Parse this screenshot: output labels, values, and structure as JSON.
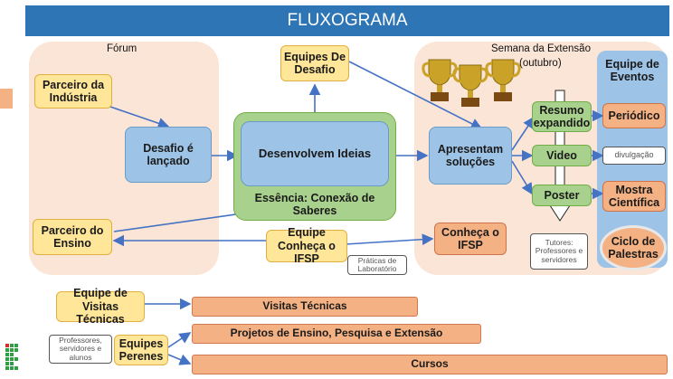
{
  "title": "FLUXOGRAMA",
  "forum": {
    "label": "Fórum",
    "parceiro_industria": "Parceiro da Indústria",
    "desafio": "Desafio é lançado",
    "parceiro_ensino": "Parceiro do Ensino"
  },
  "center": {
    "equipes_desafio": "Equipes De Desafio",
    "desenvolvem": "Desenvolvem Ideias",
    "essencia": "Essência: Conexão de Saberes",
    "equipe_conheca": "Equipe Conheça o IFSP",
    "praticas": "Práticas de Laboratório"
  },
  "semana": {
    "label": "Semana da Extensão",
    "sublabel": "(outubro)",
    "apresentam": "Apresentam soluções",
    "resumo": "Resumo expandido",
    "video": "Video",
    "poster": "Poster",
    "conheca": "Conheça o IFSP",
    "tutores": "Tutores: Professores e servidores"
  },
  "eventos": {
    "equipe": "Equipe de Eventos",
    "periodico": "Periódico",
    "divulgacao": "divulgação",
    "mostra": "Mostra Científica",
    "ciclo": "Ciclo de Palestras"
  },
  "bottom": {
    "visitas_equipe": "Equipe de Visitas Técnicas",
    "visitas": "Visitas Técnicas",
    "perenes_note": "Professores, servidores e alunos",
    "perenes": "Equipes Perenes",
    "projetos": "Projetos de Ensino, Pesquisa e Extensão",
    "cursos": "Cursos"
  },
  "colors": {
    "title_bar": "#2e75b6",
    "panel": "#fbe5d6",
    "yellow": "#ffe699",
    "blue": "#9dc3e6",
    "green": "#a9d18e",
    "salmon": "#f4b183",
    "arrow": "#4472c4"
  }
}
